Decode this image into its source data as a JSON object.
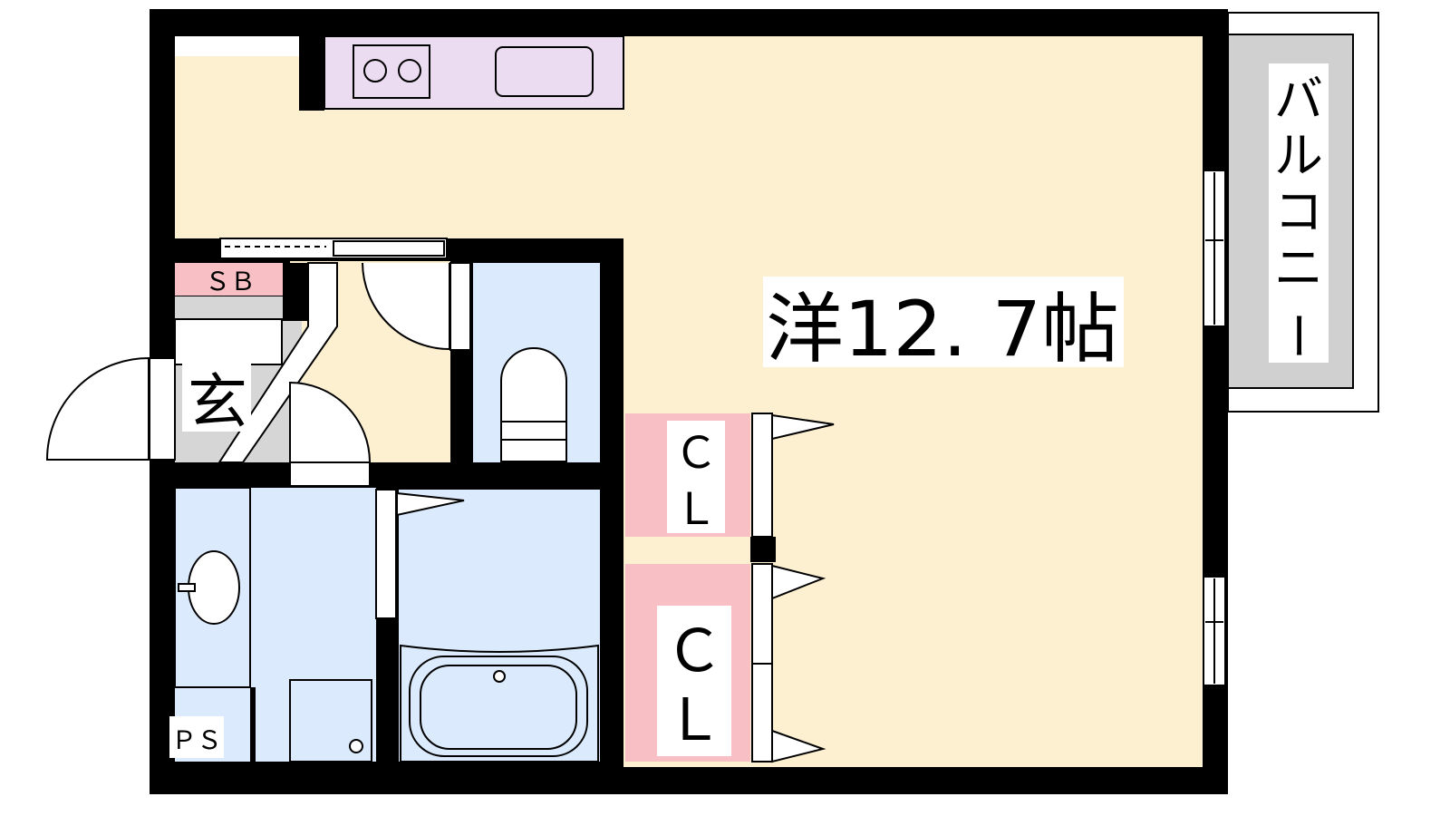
{
  "labels": {
    "western_room": "洋12. 7帖",
    "balcony": [
      "バ",
      "ル",
      "コ",
      "ニ",
      "ー"
    ],
    "entrance": "玄",
    "shoe_box": "ＳＢ",
    "closet_upper": [
      "Ｃ",
      "Ｌ"
    ],
    "closet_lower": [
      "Ｃ",
      "Ｌ"
    ],
    "pipe_space": "ＰＳ"
  },
  "colors": {
    "room_floor": "#fdf0d0",
    "wet_area": "#dbeafc",
    "closet": "#f8c0c4",
    "shoe_box": "#f8c0c4",
    "kitchen": "#ecdcf2",
    "entrance_tile": "#d6d6d6",
    "balcony": "#d0d0d0",
    "wall": "#000000"
  }
}
